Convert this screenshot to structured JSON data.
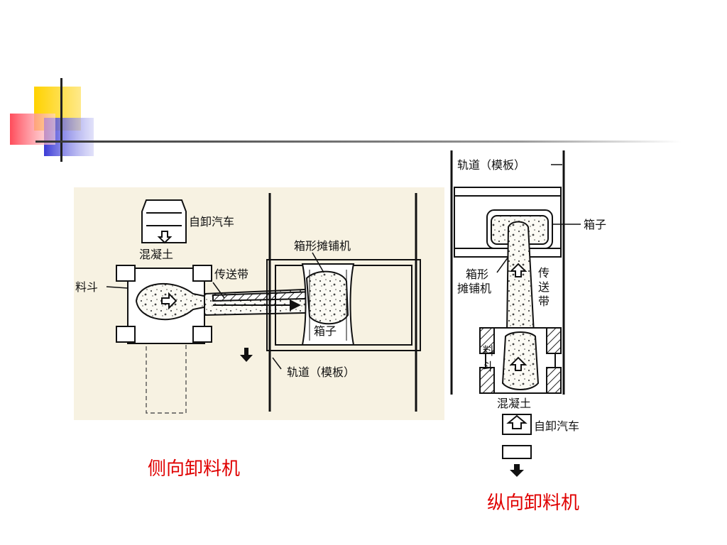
{
  "slide": {
    "captions": {
      "side_unloader": "侧向卸料机",
      "longitudinal_unloader": "纵向卸料机"
    },
    "colors": {
      "caption": "#e00000",
      "accent_yellow": "#ffd200",
      "accent_red": "#ff4b5a",
      "accent_blue": "#3b3bd6",
      "diagram_bg": "#f7f2e2"
    }
  },
  "diagram_left": {
    "dump_truck": "自卸汽车",
    "concrete": "混凝土",
    "hopper": "料斗",
    "conveyor": "传送带",
    "box_spreader": "箱形摊铺机",
    "box": "箱子",
    "rail": "轨道（模板）"
  },
  "diagram_right": {
    "rail": "轨道（模板）",
    "box": "箱子",
    "box_spreader_line1": "箱形",
    "box_spreader_line2": "摊铺机",
    "conveyor_c1": "传",
    "conveyor_c2": "送",
    "conveyor_c3": "带",
    "hopper_c1": "料",
    "hopper_c2": "斗",
    "concrete": "混凝土",
    "dump_truck": "自卸汽车"
  }
}
